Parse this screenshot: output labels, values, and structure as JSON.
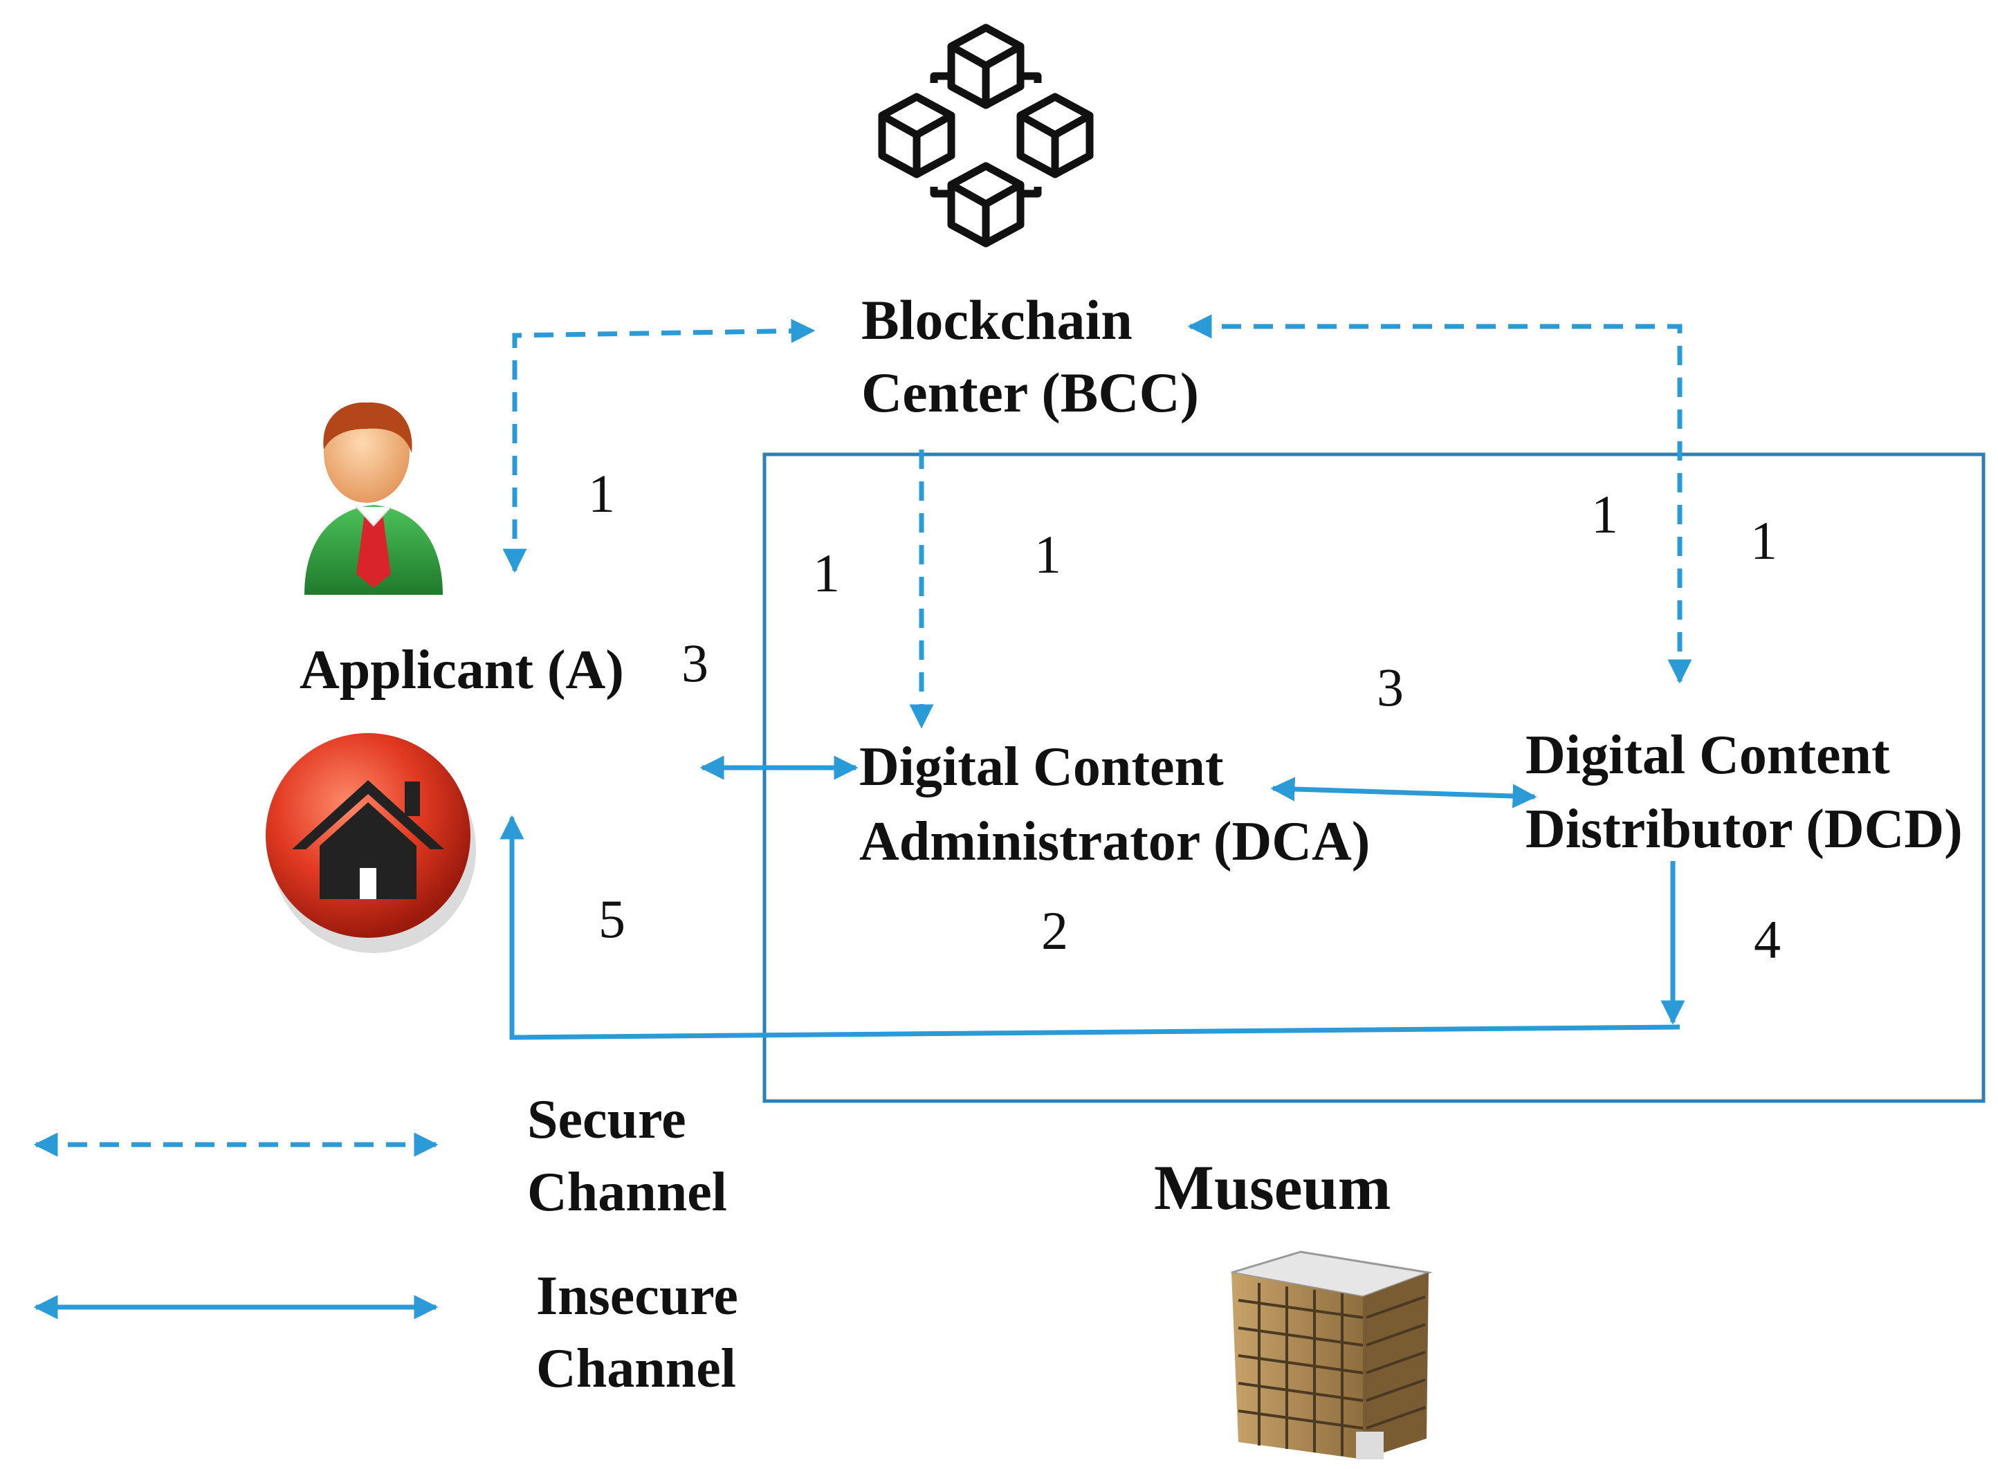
{
  "entities": {
    "bcc": {
      "line1": "Blockchain",
      "line2": "Center (BCC)"
    },
    "applicant": {
      "label": "Applicant (A)"
    },
    "dca": {
      "line1": "Digital Content",
      "line2": "Administrator (DCA)"
    },
    "dcd": {
      "line1": "Digital Content",
      "line2": "Distributor (DCD)"
    },
    "museum": {
      "label": "Museum"
    }
  },
  "step_numbers": {
    "bcc_applicant": "1",
    "bcc_box_left": "1",
    "bcc_dca": "1",
    "bcc_dcd_left": "1",
    "bcc_dcd_right": "1",
    "applicant_dca": "3",
    "dca_dcd": "3",
    "dca_step": "2",
    "dcd_step": "4",
    "return_applicant": "5"
  },
  "legend": {
    "secure": {
      "line1": "Secure",
      "line2": "Channel"
    },
    "insecure": {
      "line1": "Insecure",
      "line2": "Channel"
    }
  },
  "colors": {
    "channel": "#2b9bd7",
    "museum_box": "#2e7fb6",
    "home_icon_red": "#e23a22",
    "person_suit": "#2e9a3a"
  },
  "icons": [
    "blockchain-icon",
    "applicant-person-icon",
    "home-icon",
    "museum-building-icon"
  ]
}
